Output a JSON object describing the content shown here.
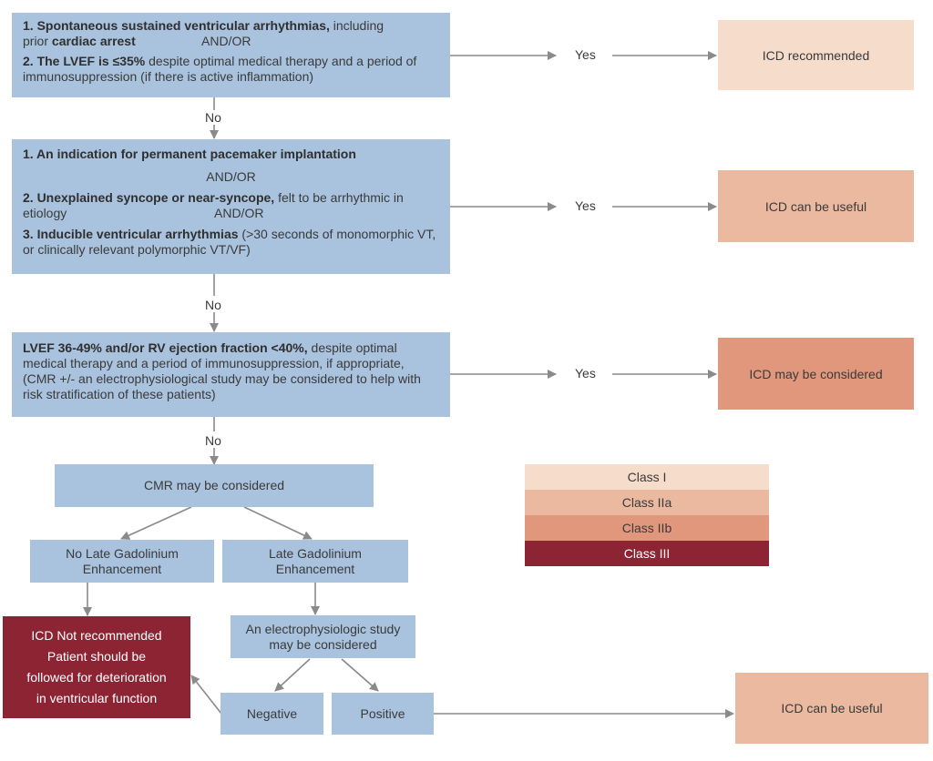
{
  "q1": {
    "item1_bold": "1. Spontaneous sustained ventricular arrhythmias,",
    "item1_rest": " including",
    "item1_line2_pre": "prior ",
    "item1_line2_bold": "cardiac arrest",
    "andor": "AND/OR",
    "item2_bold": "2. The LVEF is ≤35%",
    "item2_rest": " despite optimal medical therapy and a period of immunosuppression (if there is active inflammation)"
  },
  "q2": {
    "item1_bold": "1. An indication for permanent pacemaker implantation",
    "andor1": "AND/OR",
    "item2_bold": "2. Unexplained syncope or near-syncope,",
    "item2_rest": " felt to be arrhythmic in",
    "item2_line2": "etiology",
    "andor2": "AND/OR",
    "item3_bold": "3. Inducible ventricular arrhythmias",
    "item3_rest": " (>30 seconds of monomorphic VT, or clinically relevant polymorphic VT/VF)"
  },
  "q3": {
    "bold": "LVEF 36-49% and/or RV ejection fraction <40%,",
    "rest": " despite optimal medical therapy and a period of immunosuppression, if appropriate, (CMR +/- an electrophysiological study may be considered to help with risk stratification of these patients)"
  },
  "labels": {
    "yes": "Yes",
    "no": "No"
  },
  "results": {
    "r1": "ICD recommended",
    "r2": "ICD can be useful",
    "r3": "ICD may be considered",
    "r4": "ICD can be useful"
  },
  "cmr": "CMR may be considered",
  "no_lge": "No Late Gadolinium Enhancement",
  "lge": "Late Gadolinium Enhancement",
  "eps": "An electrophysiologic study may be considered",
  "negative": "Negative",
  "positive": "Positive",
  "not_recommended": {
    "line1": "ICD Not recommended",
    "line2": "Patient should be",
    "line3": "followed for deterioration",
    "line4": "in ventricular function"
  },
  "legend": [
    "Class I",
    "Class IIa",
    "Class IIb",
    "Class III"
  ],
  "colors": {
    "box_blue": "#a9c2dd",
    "class_i": "#f6dccb",
    "class_iia": "#eab9a0",
    "class_iib": "#e1977c",
    "class_iii": "#8c2434",
    "arrow": "#8a8a8a"
  }
}
